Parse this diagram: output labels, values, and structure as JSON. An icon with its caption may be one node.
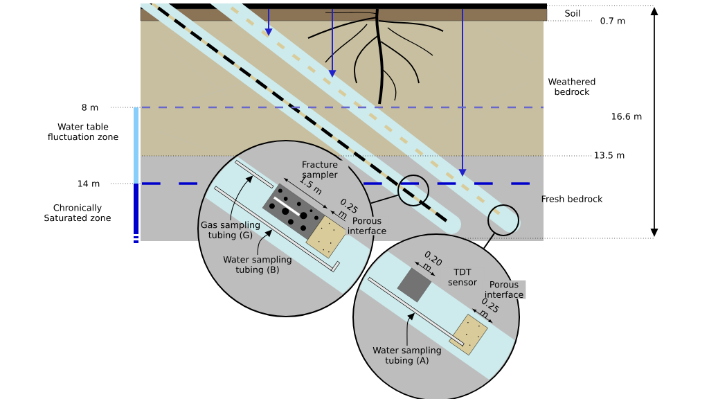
{
  "diagram": {
    "nodes": [
      {
        "text": [],
        "shape": "circle"
      },
      {
        "text": [],
        "shape": "circle"
      },
      {
        "text": [],
        "shape": "circle"
      },
      {
        "text": [],
        "shape": "circle"
      },
      {
        "text": [
          "Gas sampling tubing (G)"
        ],
        "in": 2
      },
      {
        "text": [
          "Water sampling tubing (B)"
        ],
        "in": 2
      },
      {
        "text": [
          "Water sampling tubing (A)"
        ],
        "in": 3
      },
      {
        "text": [],
        "shape": "bar",
        "in": 2
      },
      {
        "text": [],
        "shape": "bar",
        "in": 2
      },
      {
        "text": [],
        "shape": "bar",
        "in": 3
      }
    ],
    "edges": [
      {
        "from": 0,
        "to": 2,
        "arrow": "none"
      },
      {
        "from": 1,
        "to": 3,
        "arrow": "none"
      },
      {
        "from": 4,
        "to": 7,
        "arrow": "to"
      },
      {
        "from": 5,
        "to": 8,
        "arrow": "to"
      },
      {
        "from": 6,
        "to": 9,
        "arrow": "to"
      }
    ],
    "labels": [
      "Soil",
      "0.7 m",
      "8 m",
      "Weathered bedrock",
      "Water table fluctuation zone",
      "16.6 m",
      "13.5 m",
      "14 m",
      "Fresh bedrock",
      "Chronically Saturated zone",
      "Fracture sampler",
      "1.5 m",
      "Porous interface",
      "0.25 m",
      "TDT sensor",
      "0.20 m",
      "Porous interface",
      "0.25 m"
    ]
  }
}
